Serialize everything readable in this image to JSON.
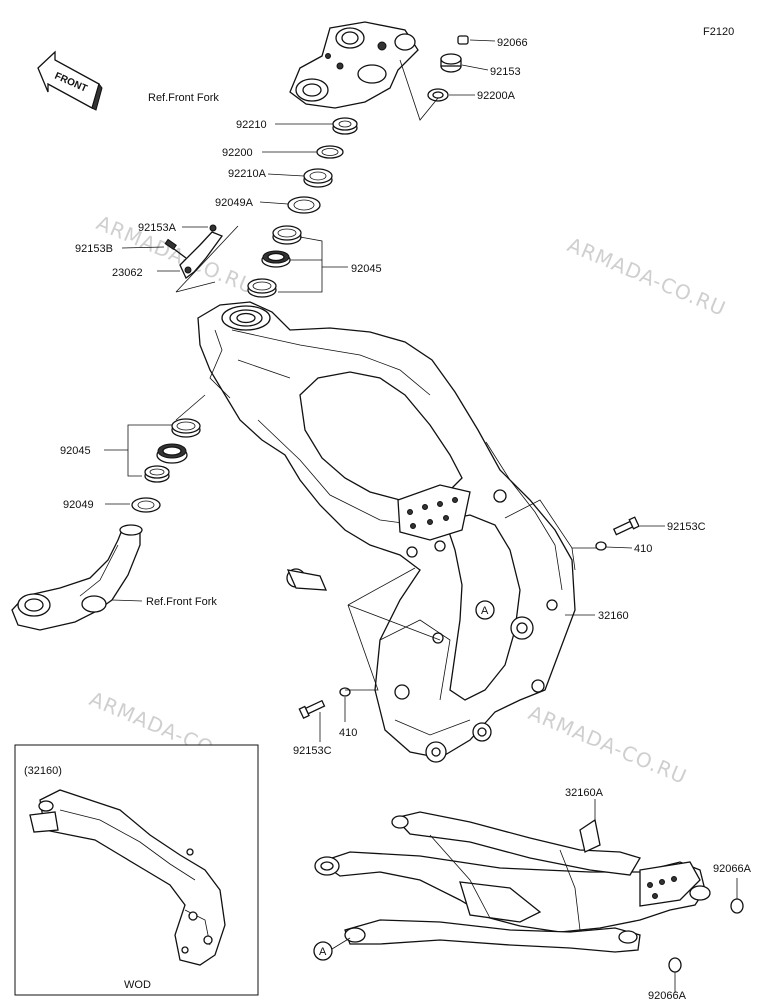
{
  "diagram_code": "F2120",
  "front_arrow_text": "FRONT",
  "watermark": "ARMADA-CO.RU",
  "inset": {
    "label": "(32160)",
    "caption": "WOD"
  },
  "callout_letter": "A",
  "labels": {
    "p92066_top": "92066",
    "p92153": "92153",
    "p92200A": "92200A",
    "ref_front_fork_top": "Ref.Front Fork",
    "p92210": "92210",
    "p92200": "92200",
    "p92210A": "92210A",
    "p92049A": "92049A",
    "p92153A": "92153A",
    "p92153B": "92153B",
    "p23062": "23062",
    "p92045_upper": "92045",
    "p92045_lower": "92045",
    "p92049": "92049",
    "ref_front_fork_bottom": "Ref.Front Fork",
    "p92153C_right": "92153C",
    "p410_right": "410",
    "p32160": "32160",
    "p410_left": "410",
    "p92153C_left": "92153C",
    "p32160A": "32160A",
    "p92066A_upper": "92066A",
    "p92066A_lower": "92066A"
  },
  "colors": {
    "line": "#111111",
    "watermark": "#cfcfcf",
    "background": "#ffffff"
  }
}
